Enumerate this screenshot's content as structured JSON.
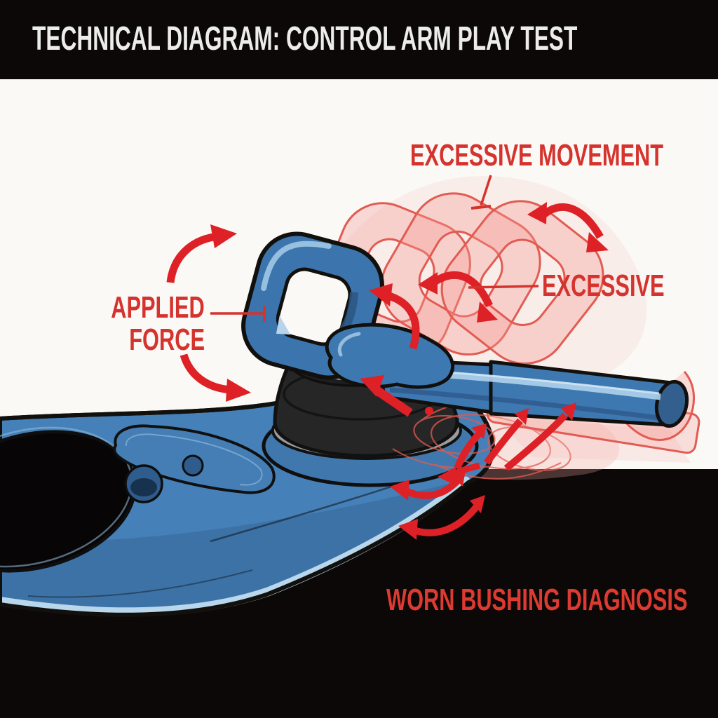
{
  "header": {
    "title": "TECHNICAL DIAGRAM: CONTROL ARM PLAY TEST"
  },
  "annotations": {
    "excessive_movement": "EXCESSIVE MOVEMENT",
    "excessive": "EXCESSIVE",
    "applied_force_line1": "APPLIED",
    "applied_force_line2": "FORCE",
    "worn_bushing_diagnosis": "WORN BUSHING DIAGNOSIS"
  },
  "parts": {
    "control_arm": "control-arm",
    "lightening_hole": "lightening-hole",
    "recess_pocket": "recess-pocket",
    "bushing": "worn-bushing",
    "pry_bar_loop_handle": "pry-bar-loop-handle",
    "pry_bar_shaft": "pry-bar-shaft",
    "ghost_outlines": "excessive-movement-ghost-outlines",
    "motion_arrows": "play-direction-arrows"
  },
  "colors": {
    "background": "#0b0807",
    "panel": "#faf9f6",
    "title_text": "#ececec",
    "annotation_red": "#d5332e",
    "arrow_red": "#de2126",
    "ghost_red": "#e25b52",
    "arm_blue": "#4580b8",
    "arm_blue_dark": "#2f5f8f",
    "arm_highlight": "#b9d7ec",
    "bushing_dark": "#262626",
    "bushing_gray": "#a8a8a8",
    "outline": "#12100d"
  }
}
